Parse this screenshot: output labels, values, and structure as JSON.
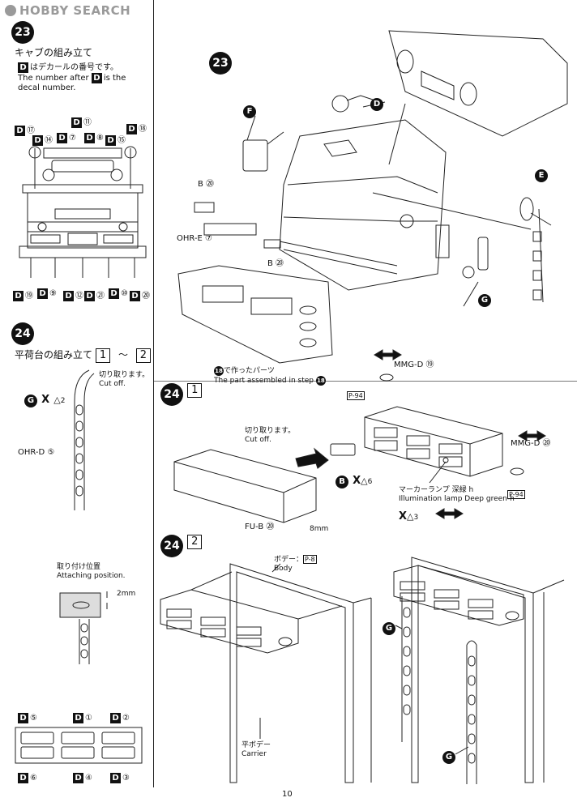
{
  "watermark": "HOBBY SEARCH",
  "page_number": "10",
  "left": {
    "step23_number": "23",
    "step23_title": "キャブの組み立て",
    "decal_note_jp": "はデカールの番号です。",
    "decal_note_en_1": "The number after",
    "decal_note_en_2": "is the",
    "decal_note_en_3": "decal number.",
    "decal_marker": "D",
    "top_labels": [
      "⑪",
      "⑰",
      "⑭",
      "⑦",
      "⑧",
      "⑮",
      "⑱"
    ],
    "bottom_labels": [
      "⑲",
      "⑨",
      "⑫",
      "㉑",
      "⑩",
      "⑳"
    ],
    "step24_number": "24",
    "step24_title": "平荷台の組み立て",
    "range_from": "1",
    "range_sep": "～",
    "range_to": "2",
    "cut_jp": "切り取ります。",
    "cut_en": "Cut off.",
    "g_part": "G",
    "x_sym": "X",
    "tri_num": "2",
    "ohr_d": "OHR-D ⑤",
    "attach_jp": "取り付け位置",
    "attach_en": "Attaching position.",
    "attach_dim": "2mm",
    "plate_top_labels": [
      "⑤",
      "①",
      "②"
    ],
    "plate_bottom_labels": [
      "⑥",
      "④",
      "③"
    ]
  },
  "right": {
    "step23_number": "23",
    "labels": {
      "D": "D",
      "F": "F",
      "E": "E",
      "G": "G",
      "b20_top": "B ⑳",
      "ohr_e": "OHR-E ⑦",
      "b20_bottom": "B ⑳",
      "made18_jp": "で作ったパーツ",
      "made18_en": "The part assembled in step",
      "step18": "18"
    },
    "step24_1": {
      "number": "24",
      "sub": "1",
      "cut_jp": "切り取ります。",
      "cut_en": "Cut off.",
      "fu_b": "FU-B ⑳",
      "dim": "8mm",
      "b": "B",
      "x": "X",
      "tri": "6",
      "mmg_top": "MMG-D ⑲",
      "mmg_right": "MMG-D ⑳",
      "p94": "P-94",
      "marker_jp": "マーカーランプ 深緑 h",
      "marker_en": "Illumination lamp Deep green-h",
      "tri3": "3"
    },
    "step24_2": {
      "number": "24",
      "sub": "2",
      "body_jp": "ボデー：",
      "body_en": "Body",
      "p8": "P-8",
      "carrier_jp": "平ボデー",
      "carrier_en": "Carrier",
      "g1": "G",
      "g2": "G"
    }
  }
}
